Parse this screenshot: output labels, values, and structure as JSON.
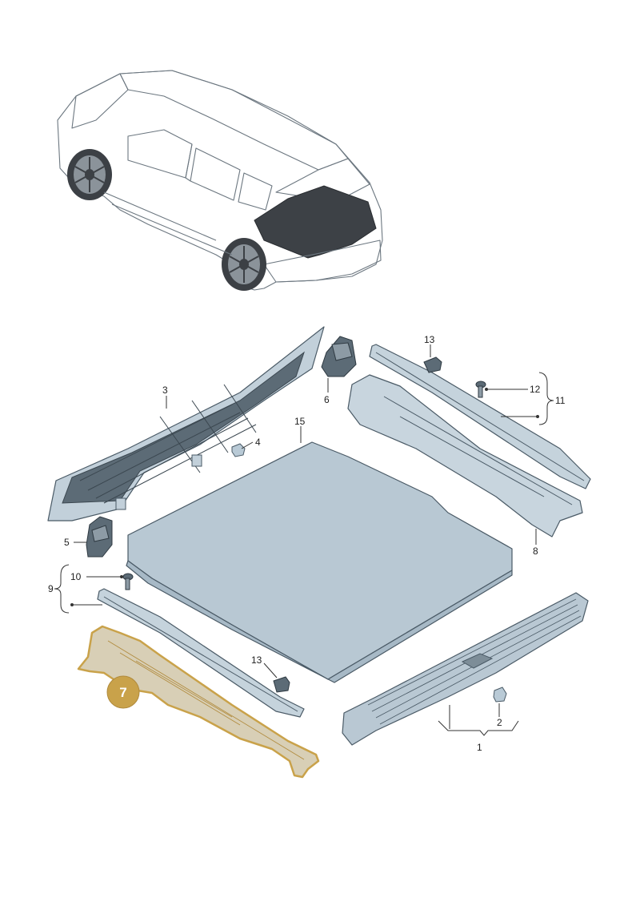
{
  "diagram": {
    "labels": {
      "p1": "1",
      "p2": "2",
      "p3": "3",
      "p4": "4",
      "p5": "5",
      "p6": "6",
      "p7": "7",
      "p8": "8",
      "p9": "9",
      "p10": "10",
      "p11": "11",
      "p12": "12",
      "p13a": "13",
      "p13b": "13",
      "p15": "15"
    },
    "highlight_color": "#c9a24a",
    "part_color": "#b9cad6",
    "dark_part_color": "#5f6f7a"
  }
}
